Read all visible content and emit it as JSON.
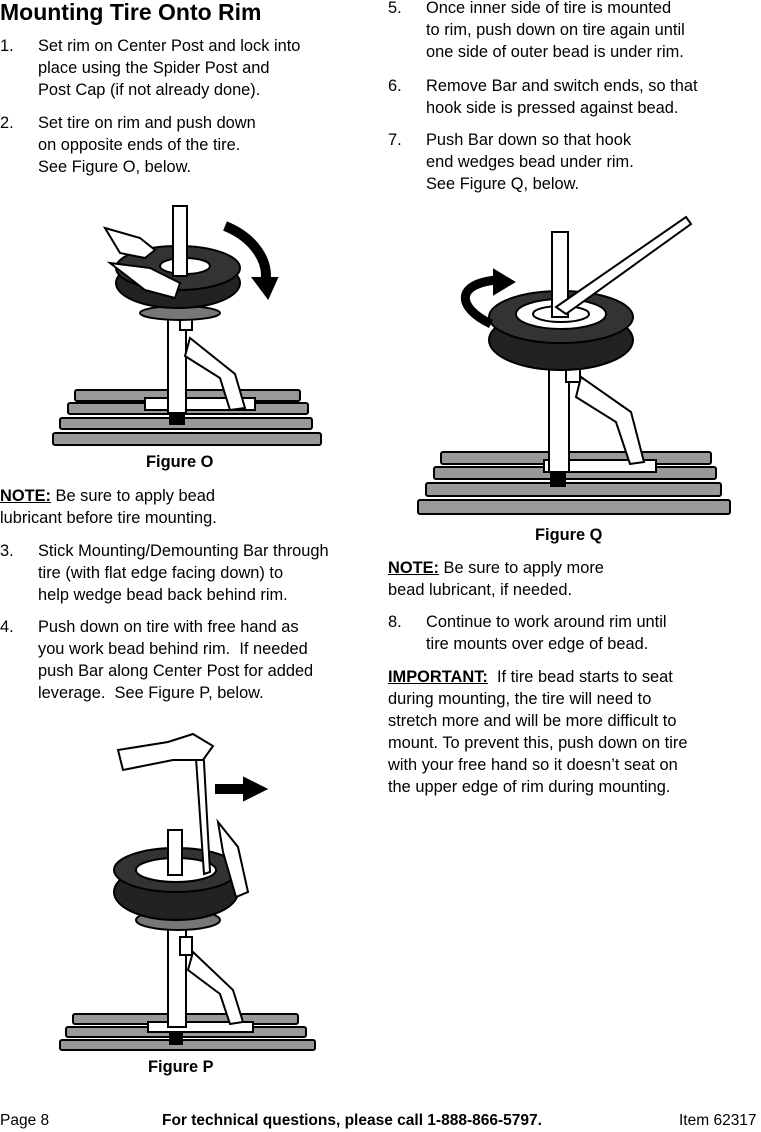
{
  "heading": "Mounting Tire Onto Rim",
  "left_steps": [
    {
      "num": "1.",
      "text": "Set rim on Center Post and lock into\nplace using the Spider Post and\nPost Cap (if not already done)."
    },
    {
      "num": "2.",
      "text": "Set tire on rim and push down\non opposite ends of the tire.\nSee Figure O, below."
    }
  ],
  "figure_o_caption": "Figure O",
  "note1_label": "NOTE:",
  "note1_text": " Be sure to apply bead\nlubricant before tire mounting.",
  "left_steps_2": [
    {
      "num": "3.",
      "text": "Stick Mounting/Demounting Bar through\ntire (with flat edge facing down) to\nhelp wedge bead back behind rim."
    },
    {
      "num": "4.",
      "text": "Push down on tire with free hand as\nyou work bead behind rim.  If needed\npush Bar along Center Post for added\nleverage.  See Figure P, below."
    }
  ],
  "figure_p_caption": "Figure P",
  "right_steps": [
    {
      "num": "5.",
      "text": "Once inner side of tire is mounted\nto rim, push down on tire again until\none side of outer bead is under rim."
    },
    {
      "num": "6.",
      "text": "Remove Bar and switch ends, so that\nhook side is pressed against bead."
    },
    {
      "num": "7.",
      "text": "Push Bar down so that hook\nend wedges bead under rim.\nSee Figure Q, below."
    }
  ],
  "figure_q_caption": "Figure Q",
  "note2_label": "NOTE:",
  "note2_text": " Be sure to apply more\nbead lubricant, if needed.",
  "right_step_8": {
    "num": "8.",
    "text": "Continue to work around rim until\ntire mounts over edge of bead."
  },
  "important_label": "IMPORTANT:",
  "important_text": "  If tire bead starts to seat\nduring mounting, the tire will need to\nstretch more and will be more difficult to\nmount. To prevent this, push down on tire\nwith your free hand so it doesn’t seat on\nthe upper edge of rim during mounting.",
  "footer": {
    "page": "Page 8",
    "contact": "For technical questions, please call 1-888-866-5797.",
    "item": "Item 62317"
  }
}
